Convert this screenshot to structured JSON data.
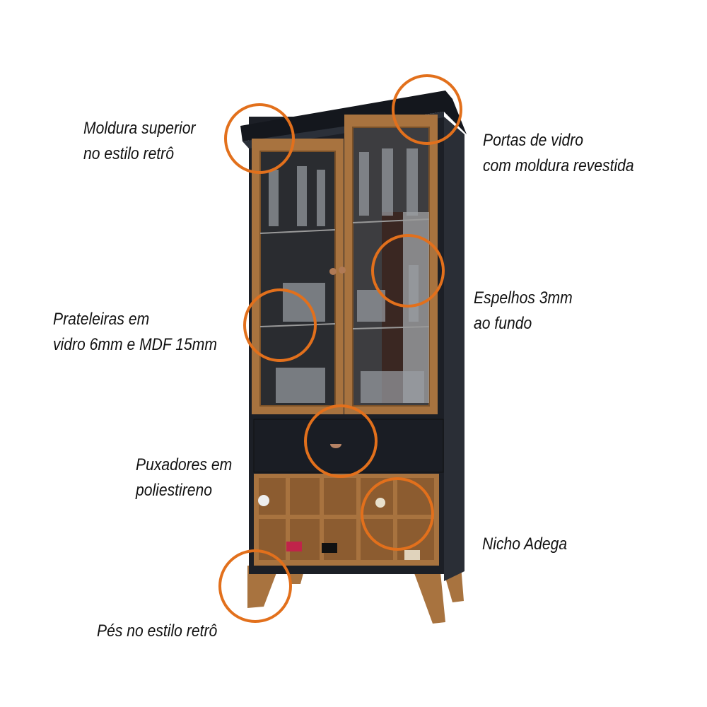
{
  "colors": {
    "accent": "#e2701c",
    "body": "#1c1f26",
    "wood": "#a8733f"
  },
  "callouts": [
    {
      "id": "crown",
      "lines": [
        "Moldura superior",
        "no estilo retrô"
      ]
    },
    {
      "id": "doors",
      "lines": [
        "Portas de vidro",
        "com moldura revestida"
      ]
    },
    {
      "id": "mirrors",
      "lines": [
        "Espelhos 3mm",
        "ao fundo"
      ]
    },
    {
      "id": "shelves",
      "lines": [
        "Prateleiras em",
        "vidro 6mm e MDF 15mm"
      ]
    },
    {
      "id": "handles",
      "lines": [
        "Puxadores em",
        "poliestireno"
      ]
    },
    {
      "id": "winerack",
      "lines": [
        "Nicho Adega"
      ]
    },
    {
      "id": "feet",
      "lines": [
        "Pés no estilo retrô"
      ]
    }
  ]
}
